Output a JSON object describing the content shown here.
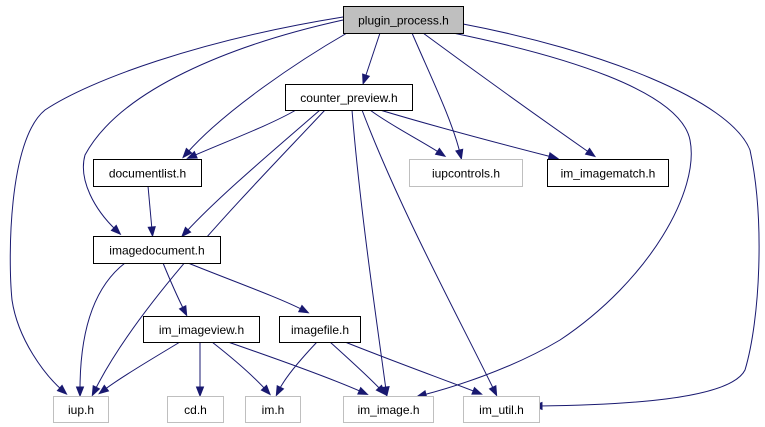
{
  "colors": {
    "edge": "#191970",
    "root_fill": "#bfbfbf",
    "node_fill": "#ffffff",
    "node_border": "#000000",
    "external_border": "#bfbfbf",
    "external_text": "#7f7f7f"
  },
  "nodes": [
    {
      "id": "plugin_process",
      "label": "plugin_process.h",
      "kind": "root"
    },
    {
      "id": "counter_preview",
      "label": "counter_preview.h",
      "kind": "linked"
    },
    {
      "id": "documentlist",
      "label": "documentlist.h",
      "kind": "linked"
    },
    {
      "id": "iupcontrols",
      "label": "iupcontrols.h",
      "kind": "external"
    },
    {
      "id": "im_imagematch",
      "label": "im_imagematch.h",
      "kind": "linked"
    },
    {
      "id": "imagedocument",
      "label": "imagedocument.h",
      "kind": "linked"
    },
    {
      "id": "im_imageview",
      "label": "im_imageview.h",
      "kind": "linked"
    },
    {
      "id": "imagefile",
      "label": "imagefile.h",
      "kind": "linked"
    },
    {
      "id": "iup",
      "label": "iup.h",
      "kind": "external"
    },
    {
      "id": "cd",
      "label": "cd.h",
      "kind": "external"
    },
    {
      "id": "im",
      "label": "im.h",
      "kind": "external"
    },
    {
      "id": "im_image",
      "label": "im_image.h",
      "kind": "external"
    },
    {
      "id": "im_util",
      "label": "im_util.h",
      "kind": "external"
    }
  ],
  "edges": [
    {
      "from": "plugin_process",
      "to": "counter_preview"
    },
    {
      "from": "plugin_process",
      "to": "documentlist"
    },
    {
      "from": "plugin_process",
      "to": "iupcontrols"
    },
    {
      "from": "plugin_process",
      "to": "im_imagematch"
    },
    {
      "from": "plugin_process",
      "to": "imagedocument"
    },
    {
      "from": "plugin_process",
      "to": "iup"
    },
    {
      "from": "plugin_process",
      "to": "im_image"
    },
    {
      "from": "plugin_process",
      "to": "im_util"
    },
    {
      "from": "counter_preview",
      "to": "documentlist"
    },
    {
      "from": "counter_preview",
      "to": "iupcontrols"
    },
    {
      "from": "counter_preview",
      "to": "im_imagematch"
    },
    {
      "from": "counter_preview",
      "to": "imagedocument"
    },
    {
      "from": "counter_preview",
      "to": "iup"
    },
    {
      "from": "counter_preview",
      "to": "im_image"
    },
    {
      "from": "counter_preview",
      "to": "im_util"
    },
    {
      "from": "documentlist",
      "to": "imagedocument"
    },
    {
      "from": "imagedocument",
      "to": "iup"
    },
    {
      "from": "imagedocument",
      "to": "im_imageview"
    },
    {
      "from": "imagedocument",
      "to": "imagefile"
    },
    {
      "from": "im_imageview",
      "to": "iup"
    },
    {
      "from": "im_imageview",
      "to": "cd"
    },
    {
      "from": "im_imageview",
      "to": "im"
    },
    {
      "from": "im_imageview",
      "to": "im_image"
    },
    {
      "from": "imagefile",
      "to": "im"
    },
    {
      "from": "imagefile",
      "to": "im_image"
    },
    {
      "from": "imagefile",
      "to": "im_util"
    }
  ]
}
